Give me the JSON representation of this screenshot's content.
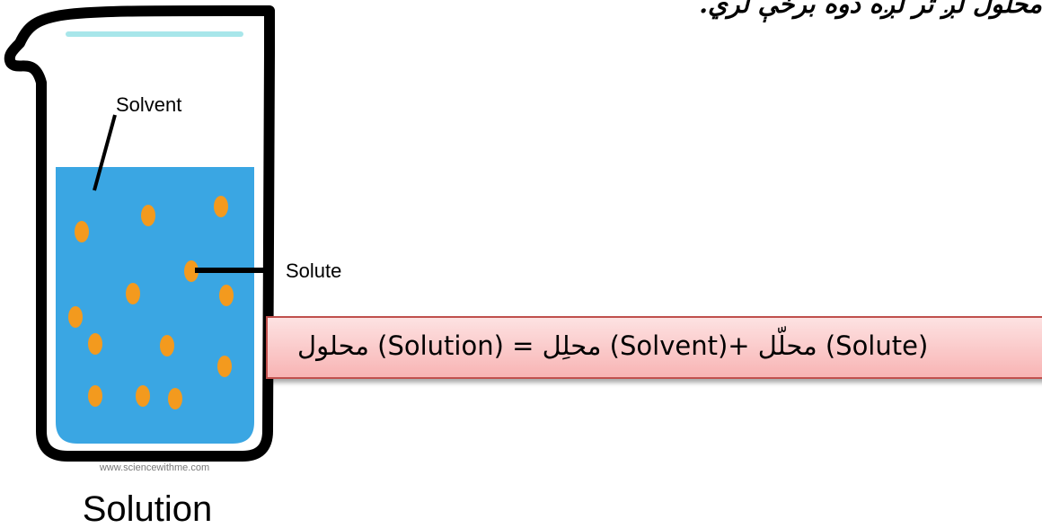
{
  "top_text": "محلول لږ تر لږه دوه برخې لري.",
  "equation": {
    "text": "محلول (Solution) = محلِل (Solvent)+ محلّل (Solute)"
  },
  "diagram": {
    "solvent_label": "Solvent",
    "solute_label": "Solute",
    "watermark": "www.sciencewithme.com",
    "caption": "Solution"
  },
  "colors": {
    "liquid": "#3aa6e3",
    "particle": "#f39a1e",
    "beaker_outline": "#000000",
    "box_border": "#c0504d",
    "rim_highlight": "#a8e6ea"
  }
}
